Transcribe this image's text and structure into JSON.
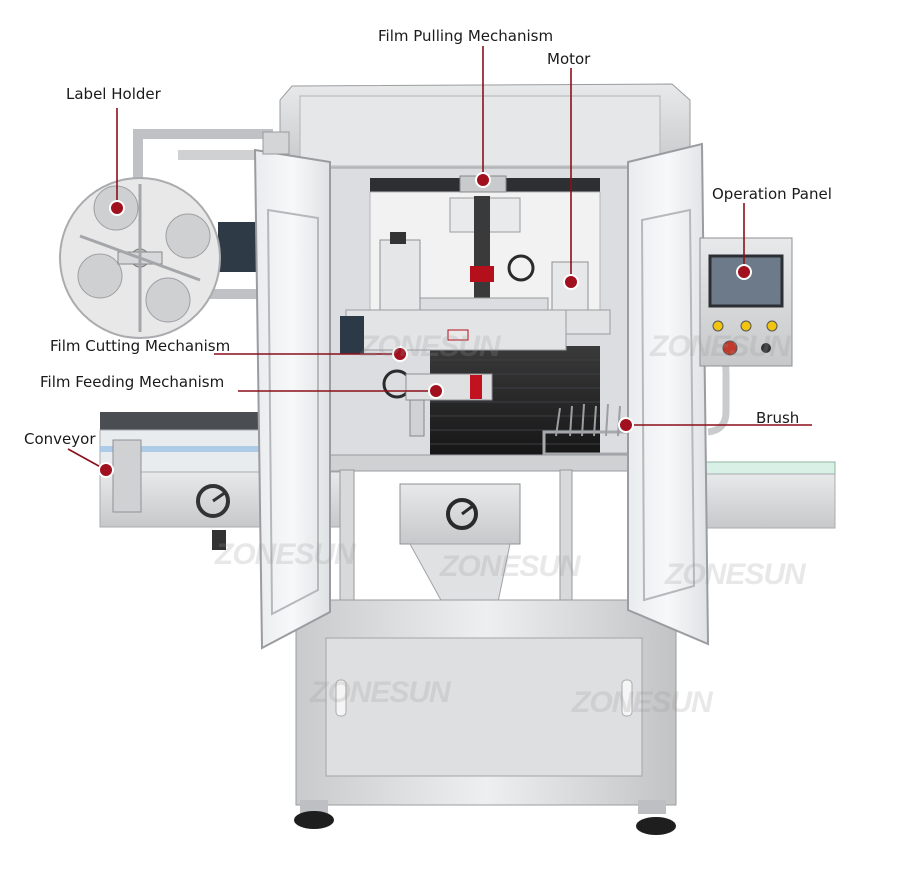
{
  "callouts": {
    "film_pulling": "Film Pulling Mechanism",
    "motor": "Motor",
    "label_holder": "Label Holder",
    "operation_panel": "Operation Panel",
    "film_cutting": "Film Cutting Mechanism",
    "film_feeding": "Film Feeding Mechanism",
    "conveyor": "Conveyor",
    "brush": "Brush"
  },
  "watermark": "ZONESUN",
  "colors": {
    "callout_line": "#8b0f1a",
    "callout_dot": "#a0101e",
    "steel": "#d9dadc",
    "steel_dark": "#a9abae",
    "belt": "#2a2a2a",
    "screen": "#6c7a89"
  }
}
